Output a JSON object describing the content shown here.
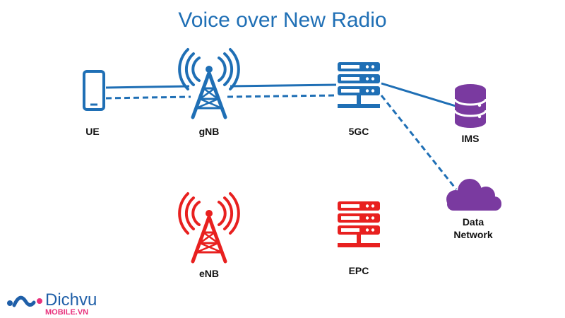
{
  "title": "Voice over New Radio",
  "colors": {
    "blue": "#1f6fb5",
    "red": "#e8201f",
    "purple": "#7a3aa0",
    "logo_blue": "#1f5fa8",
    "logo_pink": "#e8327c"
  },
  "nodes": {
    "ue": {
      "label": "UE",
      "icon": "smartphone-icon"
    },
    "gnb": {
      "label": "gNB",
      "icon": "antenna-tower-icon"
    },
    "fivegc": {
      "label": "5GC",
      "icon": "server-rack-icon"
    },
    "ims": {
      "label": "IMS",
      "icon": "database-icon"
    },
    "data_network": {
      "label_line1": "Data",
      "label_line2": "Network",
      "icon": "cloud-icon"
    },
    "enb": {
      "label": "eNB",
      "icon": "antenna-tower-icon"
    },
    "epc": {
      "label": "EPC",
      "icon": "server-rack-icon"
    }
  },
  "logo": {
    "top": "Dichvu",
    "bottom": "MOBILE.VN"
  }
}
